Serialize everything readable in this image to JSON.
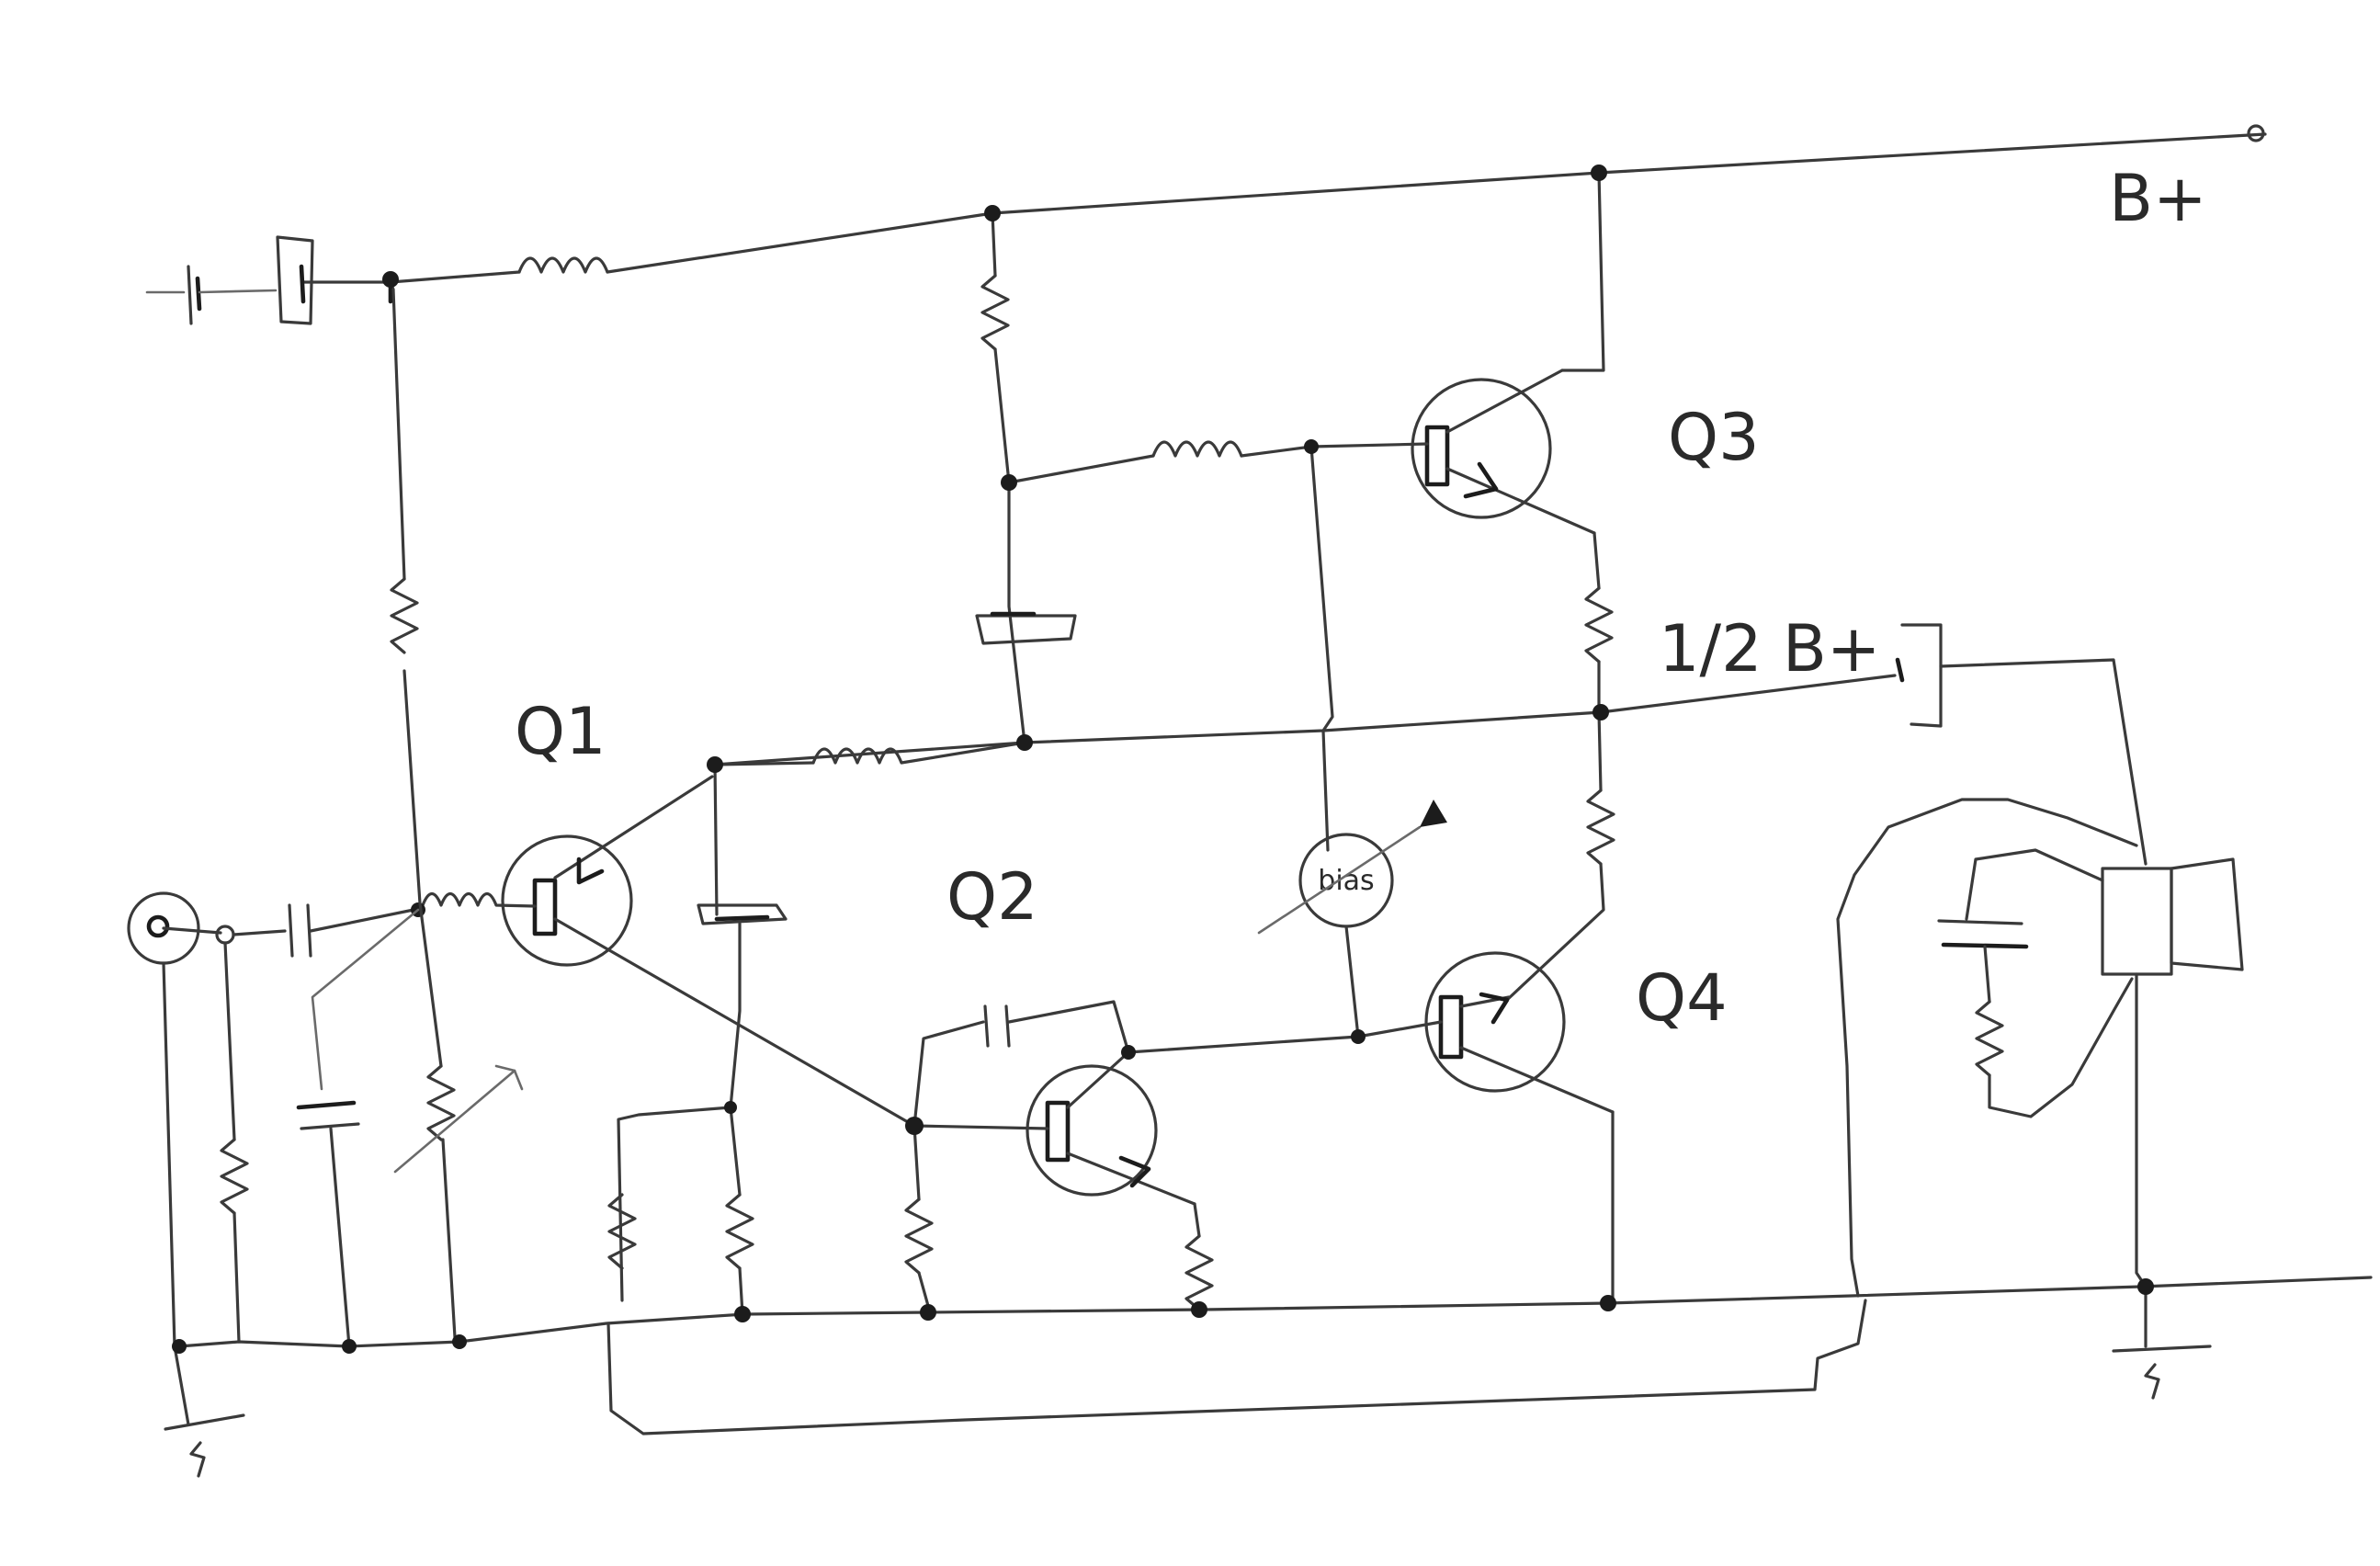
{
  "labels": {
    "supply": "B+",
    "half_supply": "1/2 B+",
    "q1": "Q1",
    "q2": "Q2",
    "q3": "Q3",
    "q4": "Q4",
    "bias": "bias"
  },
  "colors": {
    "ink": "#2a2a2a",
    "paper": "#ffffff"
  },
  "icons": {
    "input_jack": "input-jack-icon",
    "speaker": "speaker-icon",
    "ground": "ground-icon",
    "battery": "battery-icon"
  }
}
